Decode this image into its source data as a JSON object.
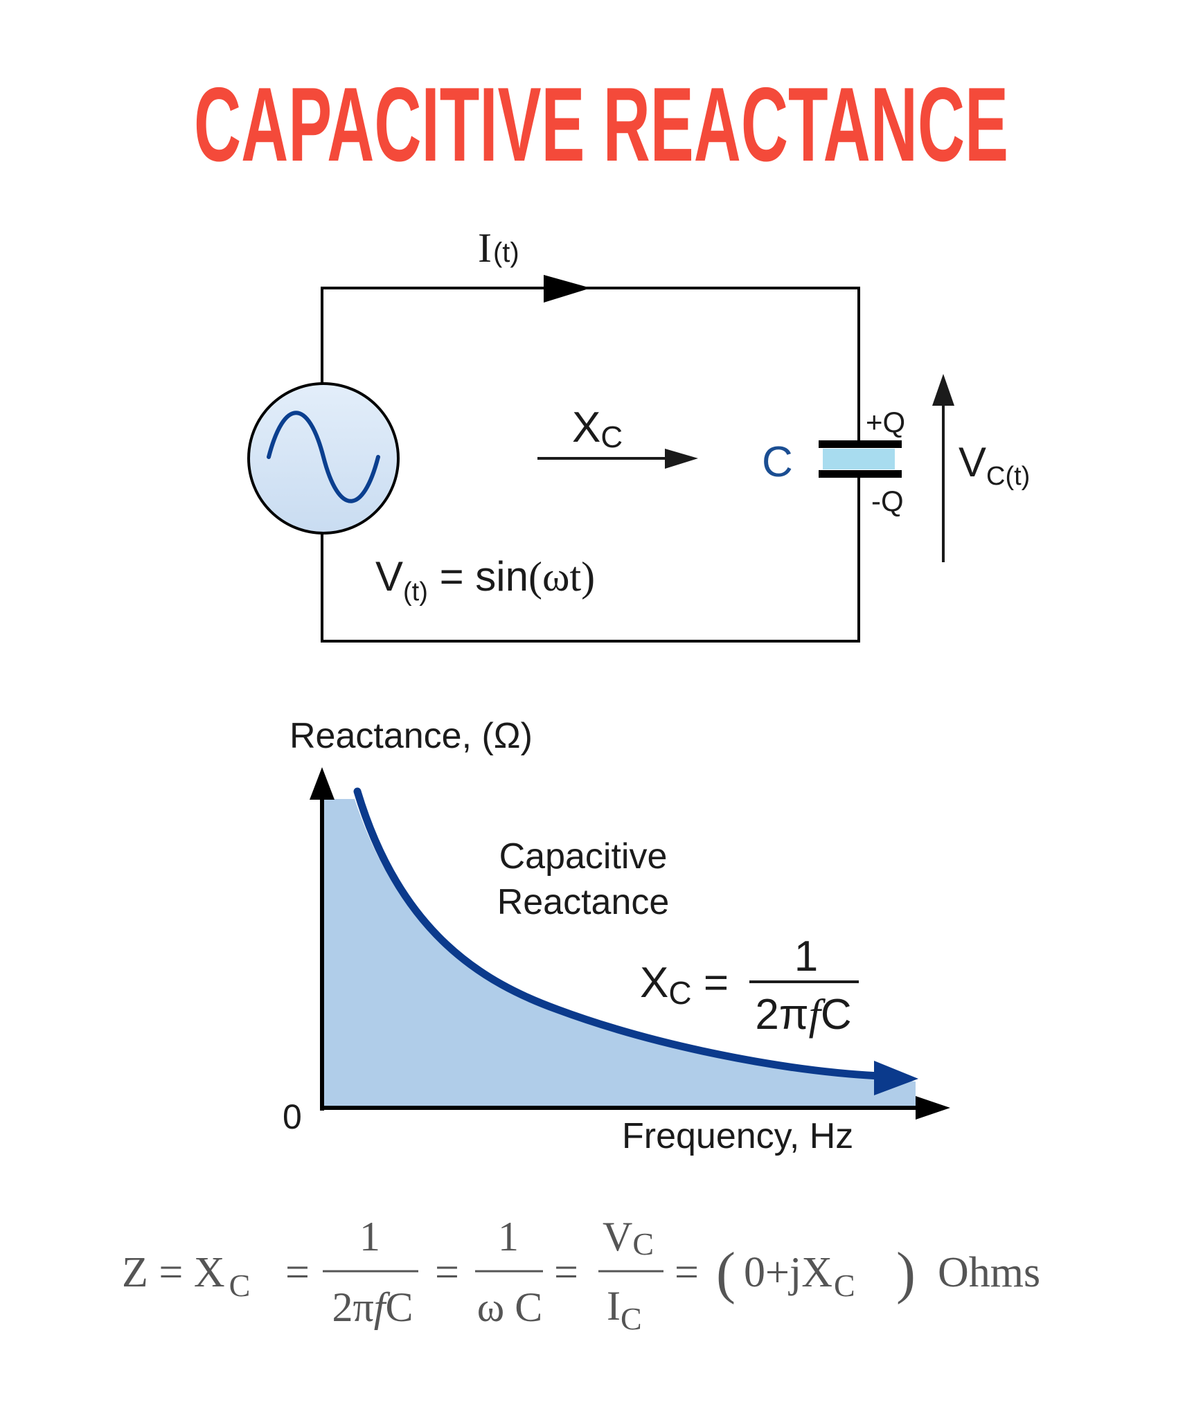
{
  "title": "CAPACITIVE REACTANCE",
  "colors": {
    "title": "#f44a3a",
    "wire": "#000000",
    "text": "#1b1b1b",
    "source_fill": "#d8e6f5",
    "source_wave": "#0b3f8f",
    "dielectric": "#a8dcef",
    "curve": "#0b3a8c",
    "area_fill": "#b0cde9",
    "equation_text": "#555555"
  },
  "circuit": {
    "current": {
      "main": "I",
      "sub": "(t)"
    },
    "source_eq": {
      "main": "V",
      "sub": "(t)",
      "rhs_a": " = sin",
      "rhs_b": "(ωt)"
    },
    "reactance": {
      "main": "X",
      "sub": "C"
    },
    "capacitor_label": "C",
    "plate_top": "+Q",
    "plate_bottom": "-Q",
    "cap_voltage": {
      "main": "V",
      "sub": "C(t)"
    }
  },
  "graph": {
    "y_label": "Reactance, (Ω)",
    "x_label": "Frequency, Hz",
    "origin": "0",
    "curve_label_1": "Capacitive",
    "curve_label_2": "Reactance",
    "formula": {
      "lhs_main": "X",
      "lhs_sub": "C",
      "eq": " =",
      "num": "1",
      "den_a": "2π",
      "den_f": "f",
      "den_c": "C"
    }
  },
  "equation": {
    "z_part": "Z = X",
    "z_sub": "C",
    "eq1": "=",
    "frac1_num": "1",
    "frac1_den_a": "2π",
    "frac1_den_f": "f",
    "frac1_den_c": "C",
    "eq2": "=",
    "frac2_num": "1",
    "frac2_den": "ω C",
    "eq3": "=",
    "frac3_num": "V",
    "frac3_num_sub": "C",
    "frac3_den": "I",
    "frac3_den_sub": "C",
    "eq4": "=",
    "open_paren": "(",
    "complex": "0+jX",
    "complex_sub": "C",
    "close_paren": ")",
    "unit": "Ohms"
  }
}
